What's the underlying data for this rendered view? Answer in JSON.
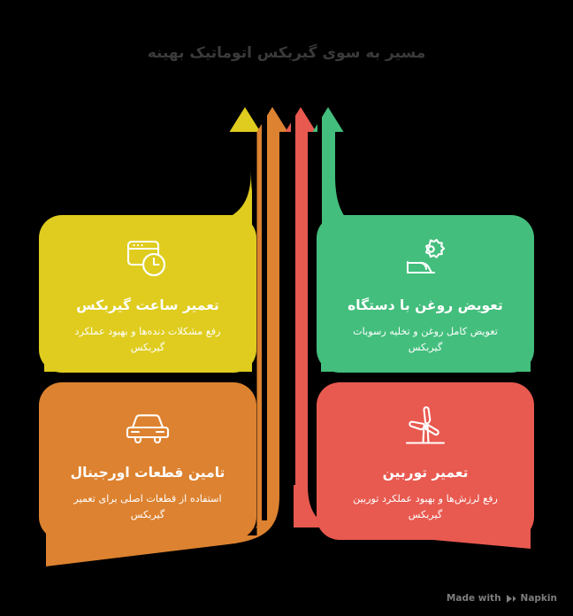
{
  "title": "مسیر به سوی گیربکس اتوماتیک بهینه",
  "colors": {
    "background": "#000000",
    "yellow": "#DFCC1E",
    "green": "#43BE7D",
    "orange": "#DD8230",
    "red": "#E8594F",
    "title_text": "#3A3A3A",
    "card_text": "#FFFFFF",
    "footer_text": "#7D7D7D"
  },
  "cards": [
    {
      "id": "yellow",
      "color": "#DFCC1E",
      "icon": "browser-clock-icon",
      "title": "تعمیر ساعت گیربکس",
      "desc": "رفع مشکلات دنده‌ها و بهبود عملکرد گیربکس"
    },
    {
      "id": "green",
      "color": "#43BE7D",
      "icon": "gear-machine-icon",
      "title": "تعویض روغن با دستگاه",
      "desc": "تعویض کامل روغن و تخلیه رسوبات گیربکس"
    },
    {
      "id": "orange",
      "color": "#DD8230",
      "icon": "car-icon",
      "title": "تامین قطعات اورجینال",
      "desc": "استفاده از قطعات اصلی برای تعمیر گیربکس"
    },
    {
      "id": "red",
      "color": "#E8594F",
      "icon": "wind-turbine-icon",
      "title": "تعمیر توربین",
      "desc": "رفع لرزش‌ها و بهبود عملکرد توربین گیربکس"
    }
  ],
  "arrows": [
    {
      "id": "arrow-yellow",
      "color": "#DFCC1E",
      "direction": "up",
      "connects_to": "yellow"
    },
    {
      "id": "arrow-orange",
      "color": "#DD8230",
      "direction": "up",
      "connects_to": "orange"
    },
    {
      "id": "arrow-red",
      "color": "#E8594F",
      "direction": "up",
      "connects_to": "red"
    },
    {
      "id": "arrow-green",
      "color": "#43BE7D",
      "direction": "up",
      "connects_to": "green"
    }
  ],
  "footer": {
    "text": "Made with",
    "brand": "Napkin"
  }
}
